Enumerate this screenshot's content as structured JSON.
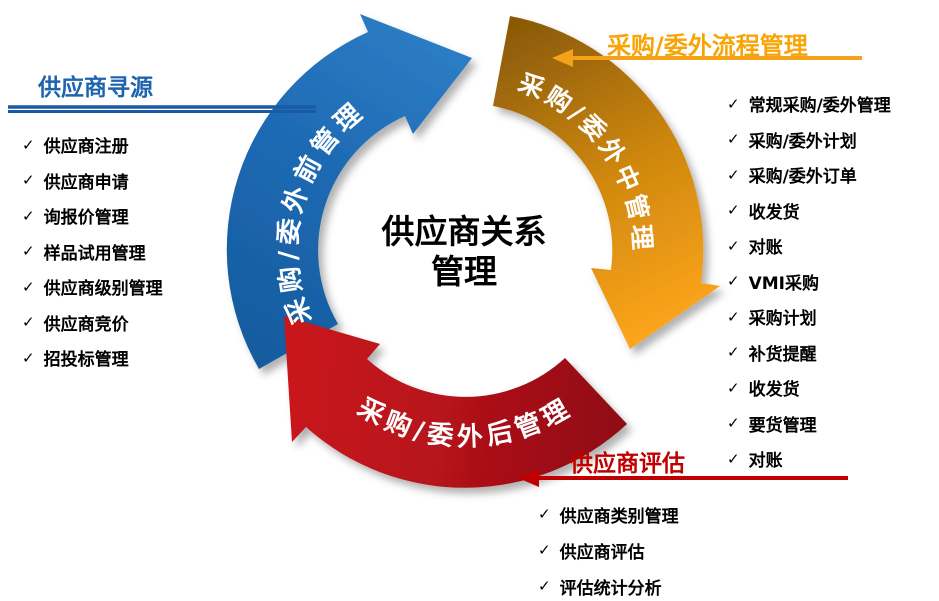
{
  "center": {
    "line1": "供应商关系",
    "line2": "管理"
  },
  "glyphs": {
    "check": "✓"
  },
  "ring": {
    "pre": {
      "label": "采购/委外前管理"
    },
    "mid": {
      "label": "采购/委外中管理"
    },
    "post": {
      "label": "采购/委外后管理"
    }
  },
  "sections": {
    "sourcing": {
      "title": "供应商寻源",
      "items": [
        "供应商注册",
        "供应商申请",
        "询报价管理",
        "样品试用管理",
        "供应商级别管理",
        "供应商竞价",
        "招投标管理"
      ]
    },
    "process": {
      "title": "采购/委外流程管理",
      "items": [
        "常规采购/委外管理",
        "采购/委外计划",
        "采购/委外订单",
        "收发货",
        "对账",
        "VMI采购",
        "采购计划",
        "补货提醒",
        "收发货",
        "要货管理",
        "对账"
      ]
    },
    "evaluation": {
      "title": "供应商评估",
      "items": [
        "供应商类别管理",
        "供应商评估",
        "评估统计分析"
      ]
    }
  },
  "colors": {
    "blue": "#1E6AB2",
    "orange": "#F7A11A",
    "red": "#C00000"
  }
}
